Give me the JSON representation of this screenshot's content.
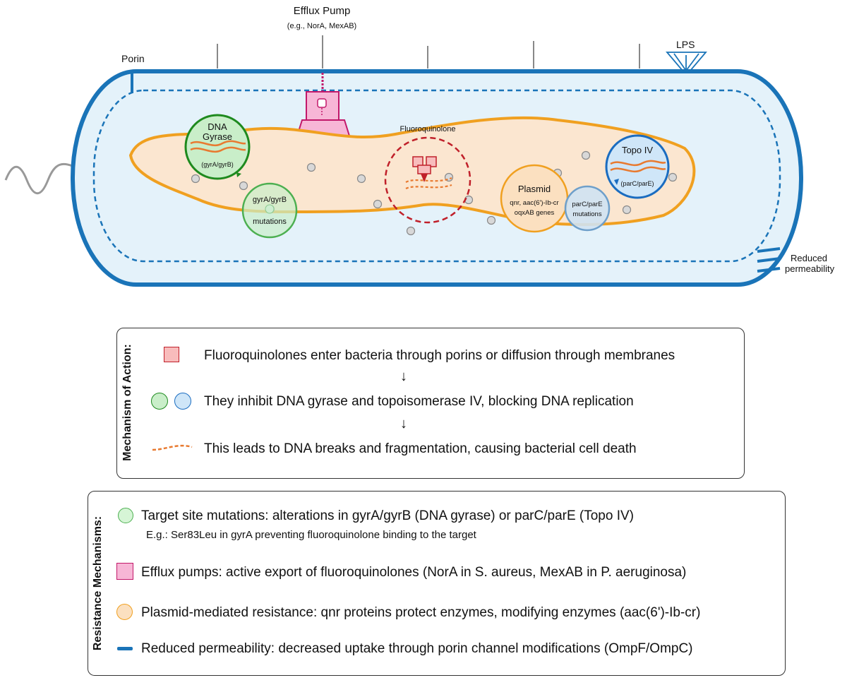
{
  "diagram": {
    "efflux_pump_title": "Efflux Pump",
    "efflux_pump_sub": "(e.g., NorA, MexAB)",
    "lps_label": "LPS",
    "porin_label": "Porin",
    "dna_gyrase_line1": "DNA",
    "dna_gyrase_line2": "Gyrase",
    "dna_gyrase_genes": "(gyrA/gyrB)",
    "fluoroquinolone_label": "Fluoroquinolone",
    "topo_iv_label": "Topo IV",
    "topo_iv_genes": "(parC/parE)",
    "gyr_mut_line1": "gyrA/gyrB",
    "gyr_mut_line2": "mutations",
    "plasmid_title": "Plasmid",
    "plasmid_line1": "qnr, aac(6')-Ib-cr",
    "plasmid_line2": "oqxAB genes",
    "par_mut_line1": "parC/parE",
    "par_mut_line2": "mutations",
    "reduced_perm_line1": "Reduced",
    "reduced_perm_line2": "permeability"
  },
  "mechanism_of_action": {
    "title": "Mechanism of Action:",
    "step1": "Fluoroquinolones enter bacteria through porins or diffusion through membranes",
    "step2": "They inhibit DNA gyrase and topoisomerase IV, blocking DNA replication",
    "step3": "This leads to DNA breaks and fragmentation, causing bacterial cell death",
    "arrow": "↓"
  },
  "resistance_mechanisms": {
    "title": "Resistance Mechanisms:",
    "target_site": "Target site mutations: alterations in gyrA/gyrB (DNA gyrase) or parC/parE (Topo IV)",
    "target_site_example": "E.g.: Ser83Leu in gyrA preventing fluoroquinolone binding to the target",
    "efflux": "Efflux pumps: active export of fluoroquinolones (NorA in S. aureus, MexAB in P. aeruginosa)",
    "plasmid": "Plasmid-mediated resistance: qnr proteins protect enzymes, modifying enzymes (aac(6')-Ib-cr)",
    "permeability": "Reduced permeability: decreased uptake through porin channel modifications (OmpF/OmpC)"
  },
  "colors": {
    "membrane": "#1a74b8",
    "cytoplasm": "#e4f2fa",
    "nucleoid_fill": "#fbe6d0",
    "nucleoid_stroke": "#f0a020",
    "gyrase_fill": "#c9eec9",
    "gyrase_stroke": "#1e8a1e",
    "topo_fill": "#cfe6f8",
    "topo_stroke": "#1a6cc0",
    "efflux_fill": "#f7b6d6",
    "efflux_stroke": "#c2186a",
    "fq_ring": "#c0202a",
    "dna_strand": "#e87a30"
  }
}
